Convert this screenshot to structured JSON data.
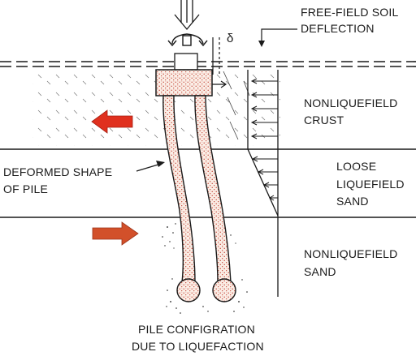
{
  "labels": {
    "free_field_1": "FREE-FIELD SOIL",
    "free_field_2": "DEFLECTION",
    "delta": "δ",
    "crust_1": "NONLIQUEFIELD",
    "crust_2": "CRUST",
    "loose_1": "LOOSE",
    "loose_2": "LIQUEFIELD",
    "loose_3": "SAND",
    "sand_1": "NONLIQUEFIELD",
    "sand_2": "SAND",
    "deformed_1": "DEFORMED SHAPE",
    "deformed_2": "OF PILE",
    "caption_1": "PILE CONFIGRATION",
    "caption_2": "DUE TO LIQUEFACTION"
  },
  "colors": {
    "arrow_red": "#e0301e",
    "arrow_orange": "#d2502a",
    "pile_dots": "#c0392b",
    "pile_fill": "#fbeee6",
    "ink": "#1a1a1a"
  },
  "icons": {
    "arrow_upper": "red-arrow-left-icon",
    "arrow_lower": "orange-arrow-right-icon",
    "load": "vertical-load-arrow-icon",
    "moment": "moment-arc-icon"
  }
}
